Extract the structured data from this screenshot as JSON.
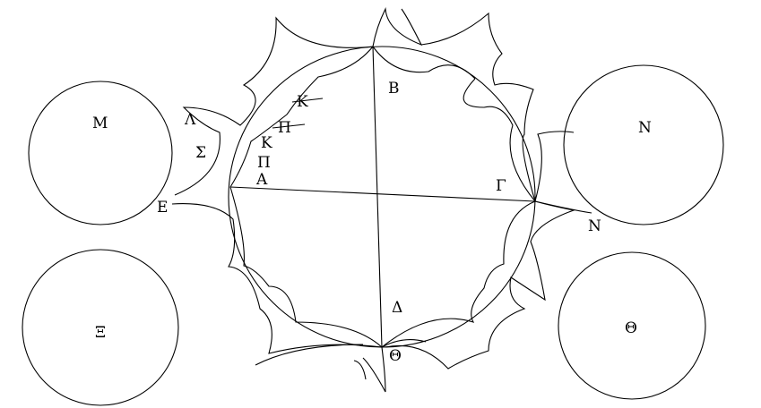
{
  "labels": {
    "M": "Μ",
    "N_circle": "Ν",
    "Xi": "Ξ",
    "Theta_circle": "Θ",
    "Lambda": "Λ",
    "Sigma": "Σ",
    "E": "Ε",
    "K_top": "Κ",
    "Pi_top": "Π",
    "K_mid": "Κ",
    "Pi_mid": "Π",
    "A": "Α",
    "B": "Β",
    "Gamma": "Γ",
    "N_side": "Ν",
    "Delta": "Δ",
    "Theta_bottom": "Θ"
  }
}
